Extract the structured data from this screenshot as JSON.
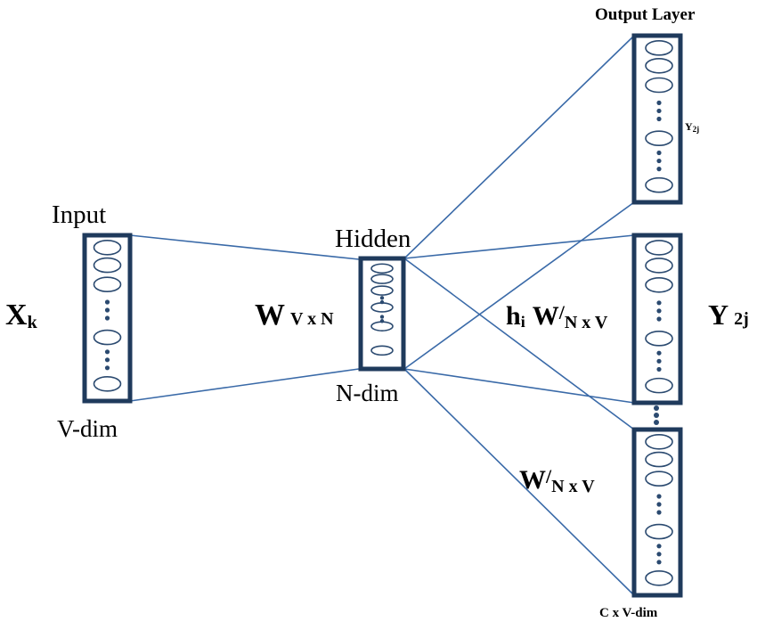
{
  "labels": {
    "input_title": "Input",
    "input_var": "X",
    "input_var_sub": "k",
    "input_dim": "V-dim",
    "hidden_title": "Hidden",
    "hidden_dim": "N-dim",
    "w_in": "W",
    "w_in_sub": "V x N",
    "output_title": "Output Layer",
    "y_small": "Y",
    "y_small_sub": "2j",
    "h_label": "h",
    "h_sub": "i",
    "w_out": "W",
    "w_out_sup": "/",
    "w_out_sub": "N x V",
    "y_big": "Y",
    "y_big_sub": "2j",
    "w_out2": "W",
    "w_out2_sup": "/",
    "w_out2_sub": "N x V",
    "output_dim": "C x V-dim"
  },
  "colors": {
    "box": "#1f3a5c",
    "node": "#2b4a70",
    "line": "#3a6aa8"
  }
}
